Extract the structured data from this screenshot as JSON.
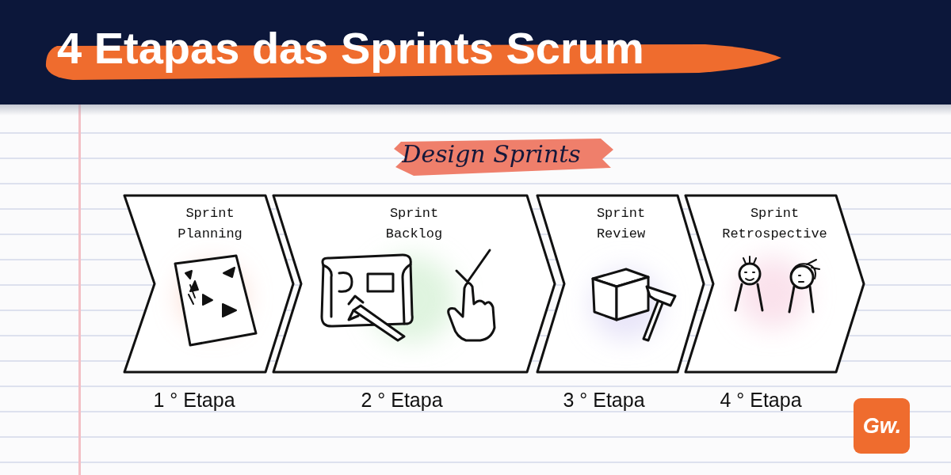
{
  "diagram": {
    "title": "4 Etapas das Sprints Scrum",
    "nodes": [
      {
        "text": [
          "Sprint Planning"
        ]
      },
      {
        "text": [
          "Sprint Backlog"
        ]
      },
      {
        "text": [
          "Sprint Review"
        ]
      },
      {
        "text": [
          "Sprint Retrospective"
        ]
      }
    ],
    "labels": [
      "Design Sprints",
      "1 ° Etapa",
      "2 ° Etapa",
      "3 ° Etapa",
      "4 ° Etapa",
      "Gw."
    ]
  }
}
